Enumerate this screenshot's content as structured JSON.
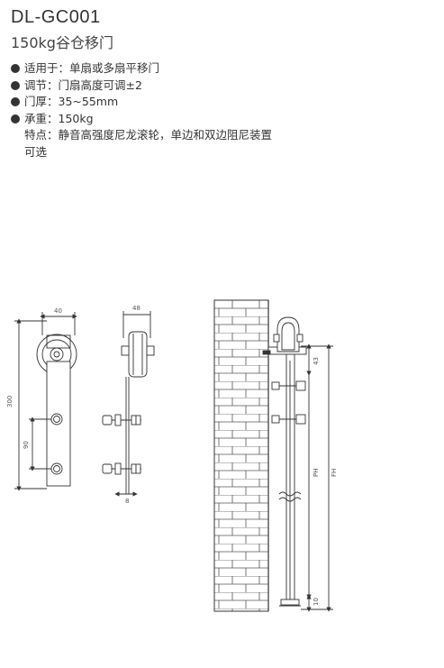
{
  "header": {
    "model": "DL-GC001",
    "subtitle": "150kg谷仓移门"
  },
  "specs": [
    "适用于：单扇或多扇平移门",
    "调节：门扇高度可调±2",
    "门厚：35~55mm",
    "承重：150kg"
  ],
  "features": {
    "line1": "特点：静音高强度尼龙滚轮，单边和双边阻尼装置",
    "line2": "可选"
  },
  "dimensions": {
    "front_width": "40",
    "front_height": "300",
    "hole_spacing": "90",
    "side_width": "48",
    "side_bottom": "8",
    "install_top": "43",
    "install_bottom": "10",
    "ph": "PH",
    "fh": "FH"
  },
  "colors": {
    "line": "#333333",
    "dim": "#555555",
    "wall": "#ffffff"
  }
}
